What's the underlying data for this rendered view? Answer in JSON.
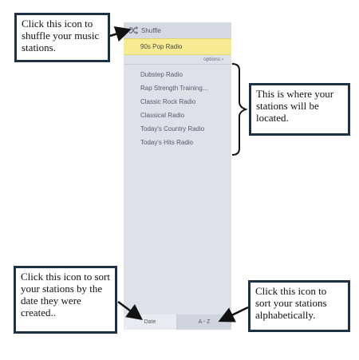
{
  "callouts": {
    "shuffle": "Click this icon to shuffle your music stations.",
    "stations": "This is where your stations will be located.",
    "date": "Click this icon to sort your stations by the date they were created..",
    "az": "Click this icon to sort your stations alphabetically."
  },
  "panel": {
    "shuffle_label": "Shuffle",
    "shuffle_icon": "shuffle-icon",
    "selected_station": "90s Pop Radio",
    "options_label": "options ›",
    "stations": [
      "Dubstep Radio",
      "Rap Strength Training...",
      "Classic Rock Radio",
      "Classical Radio",
      "Today's Country Radio",
      "Today's Hits Radio"
    ],
    "sort_date": "Date",
    "sort_az": "A - Z"
  },
  "colors": {
    "panel_bg": "#dde1ea",
    "selected_bg": "#f6eb93",
    "callout_border": "#1f3245"
  }
}
